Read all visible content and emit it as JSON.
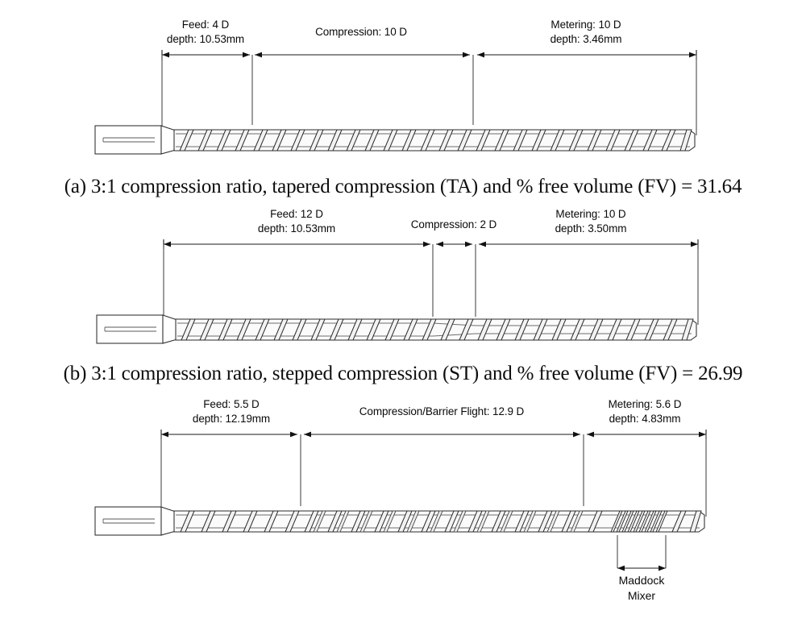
{
  "figure": {
    "type": "technical-diagram",
    "subject": "extruder screw geometry comparison",
    "background": "#ffffff",
    "line_color": "#2b2b2b"
  },
  "panels": [
    {
      "id": "a",
      "screw_type": "tapered-compression",
      "zones": [
        {
          "name": "feed",
          "label_line1": "Feed: 4 D",
          "label_line2": "depth: 10.53mm"
        },
        {
          "name": "compression",
          "label_line1": "Compression: 10 D",
          "label_line2": ""
        },
        {
          "name": "metering",
          "label_line1": "Metering: 10 D",
          "label_line2": "depth: 3.46mm"
        }
      ],
      "caption": "(a) 3:1 compression ratio, tapered compression (TA) and % free volume (FV) = 31.64"
    },
    {
      "id": "b",
      "screw_type": "stepped-compression",
      "zones": [
        {
          "name": "feed",
          "label_line1": "Feed: 12 D",
          "label_line2": "depth: 10.53mm"
        },
        {
          "name": "compression",
          "label_line1": "Compression: 2 D",
          "label_line2": ""
        },
        {
          "name": "metering",
          "label_line1": "Metering: 10 D",
          "label_line2": "depth: 3.50mm"
        }
      ],
      "caption": "(b) 3:1 compression ratio, stepped compression (ST) and % free volume (FV) = 26.99"
    },
    {
      "id": "c",
      "screw_type": "barrier-flight-with-maddock-mixer",
      "zones": [
        {
          "name": "feed",
          "label_line1": "Feed: 5.5 D",
          "label_line2": "depth: 12.19mm"
        },
        {
          "name": "compression",
          "label_line1": "Compression/Barrier Flight: 12.9 D",
          "label_line2": ""
        },
        {
          "name": "metering",
          "label_line1": "Metering: 5.6 D",
          "label_line2": "depth: 4.83mm"
        }
      ],
      "mixer": {
        "label_line1": "Maddock",
        "label_line2": "Mixer"
      },
      "caption": ""
    }
  ]
}
